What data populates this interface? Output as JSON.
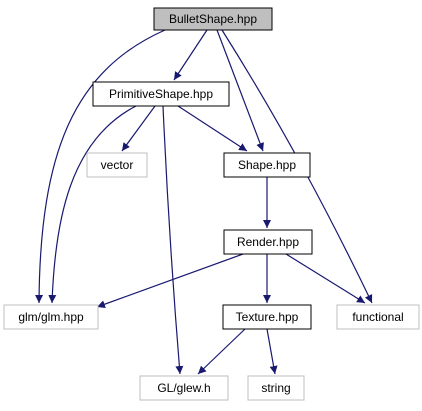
{
  "colors": {
    "edge": "#191970",
    "node_border": "#000000",
    "external_border": "#bfbfbf",
    "root_fill": "#bfbfbf",
    "node_fill": "#ffffff"
  },
  "nodes": [
    {
      "id": "bullet",
      "label": "BulletShape.hpp",
      "kind": "root"
    },
    {
      "id": "primitive",
      "label": "PrimitiveShape.hpp",
      "kind": "internal"
    },
    {
      "id": "vector",
      "label": "vector",
      "kind": "external"
    },
    {
      "id": "shape",
      "label": "Shape.hpp",
      "kind": "internal"
    },
    {
      "id": "render",
      "label": "Render.hpp",
      "kind": "internal"
    },
    {
      "id": "glm",
      "label": "glm/glm.hpp",
      "kind": "external"
    },
    {
      "id": "functional",
      "label": "functional",
      "kind": "external"
    },
    {
      "id": "texture",
      "label": "Texture.hpp",
      "kind": "internal"
    },
    {
      "id": "glew",
      "label": "GL/glew.h",
      "kind": "external"
    },
    {
      "id": "string",
      "label": "string",
      "kind": "external"
    }
  ],
  "edges": [
    {
      "from": "bullet",
      "to": "primitive"
    },
    {
      "from": "bullet",
      "to": "glm"
    },
    {
      "from": "bullet",
      "to": "shape"
    },
    {
      "from": "bullet",
      "to": "functional"
    },
    {
      "from": "primitive",
      "to": "vector"
    },
    {
      "from": "primitive",
      "to": "glm"
    },
    {
      "from": "primitive",
      "to": "shape"
    },
    {
      "from": "primitive",
      "to": "glew"
    },
    {
      "from": "shape",
      "to": "render"
    },
    {
      "from": "render",
      "to": "glm"
    },
    {
      "from": "render",
      "to": "texture"
    },
    {
      "from": "render",
      "to": "functional"
    },
    {
      "from": "texture",
      "to": "glew"
    },
    {
      "from": "texture",
      "to": "string"
    }
  ]
}
